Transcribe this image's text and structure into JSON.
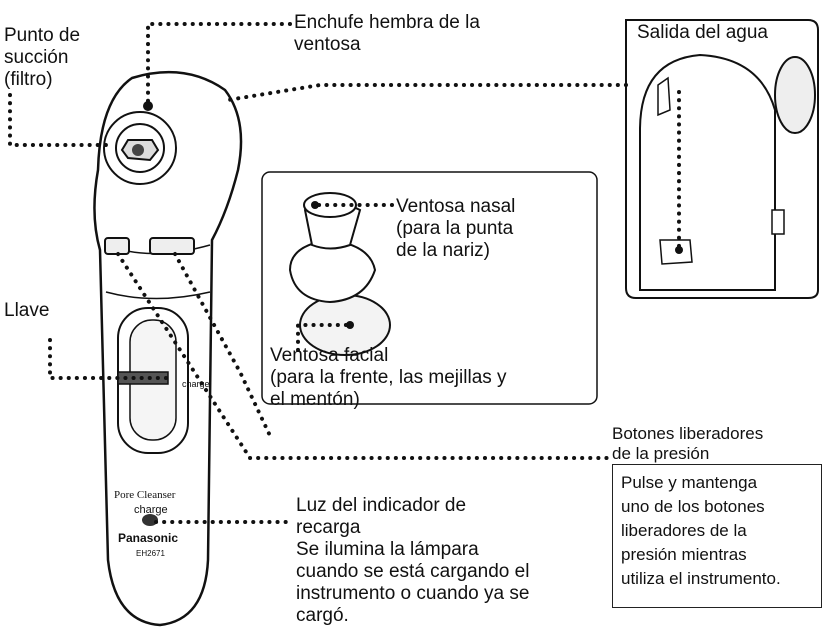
{
  "labels": {
    "punto_succion": [
      "Punto de",
      "succión",
      "(filtro)"
    ],
    "enchufe": [
      "Enchufe hembra de la",
      "ventosa"
    ],
    "salida_agua": "Salida del agua",
    "ventosa_nasal": [
      "Ventosa nasal",
      "(para la punta",
      "de la nariz)"
    ],
    "ventosa_facial": [
      "Ventosa facial",
      "(para la frente, las mejillas y",
      "el mentón)"
    ],
    "llave": "Llave",
    "botones_titulo": [
      "Botones liberadores",
      "de la presión"
    ],
    "botones_texto": [
      "Pulse y mantenga",
      "uno de los botones",
      "liberadores de la",
      "presión mientras",
      "utiliza el instrumento."
    ],
    "luz": [
      "Luz del indicador de",
      "recarga",
      "Se ilumina la lámpara",
      "cuando se está cargando el",
      "instrumento o cuando ya se",
      "cargó."
    ]
  },
  "device_marks": {
    "brand": "Panasonic",
    "product": "Pore Cleanser",
    "model": "EH2671",
    "charge_text": "charge",
    "switch_text": "charge"
  }
}
